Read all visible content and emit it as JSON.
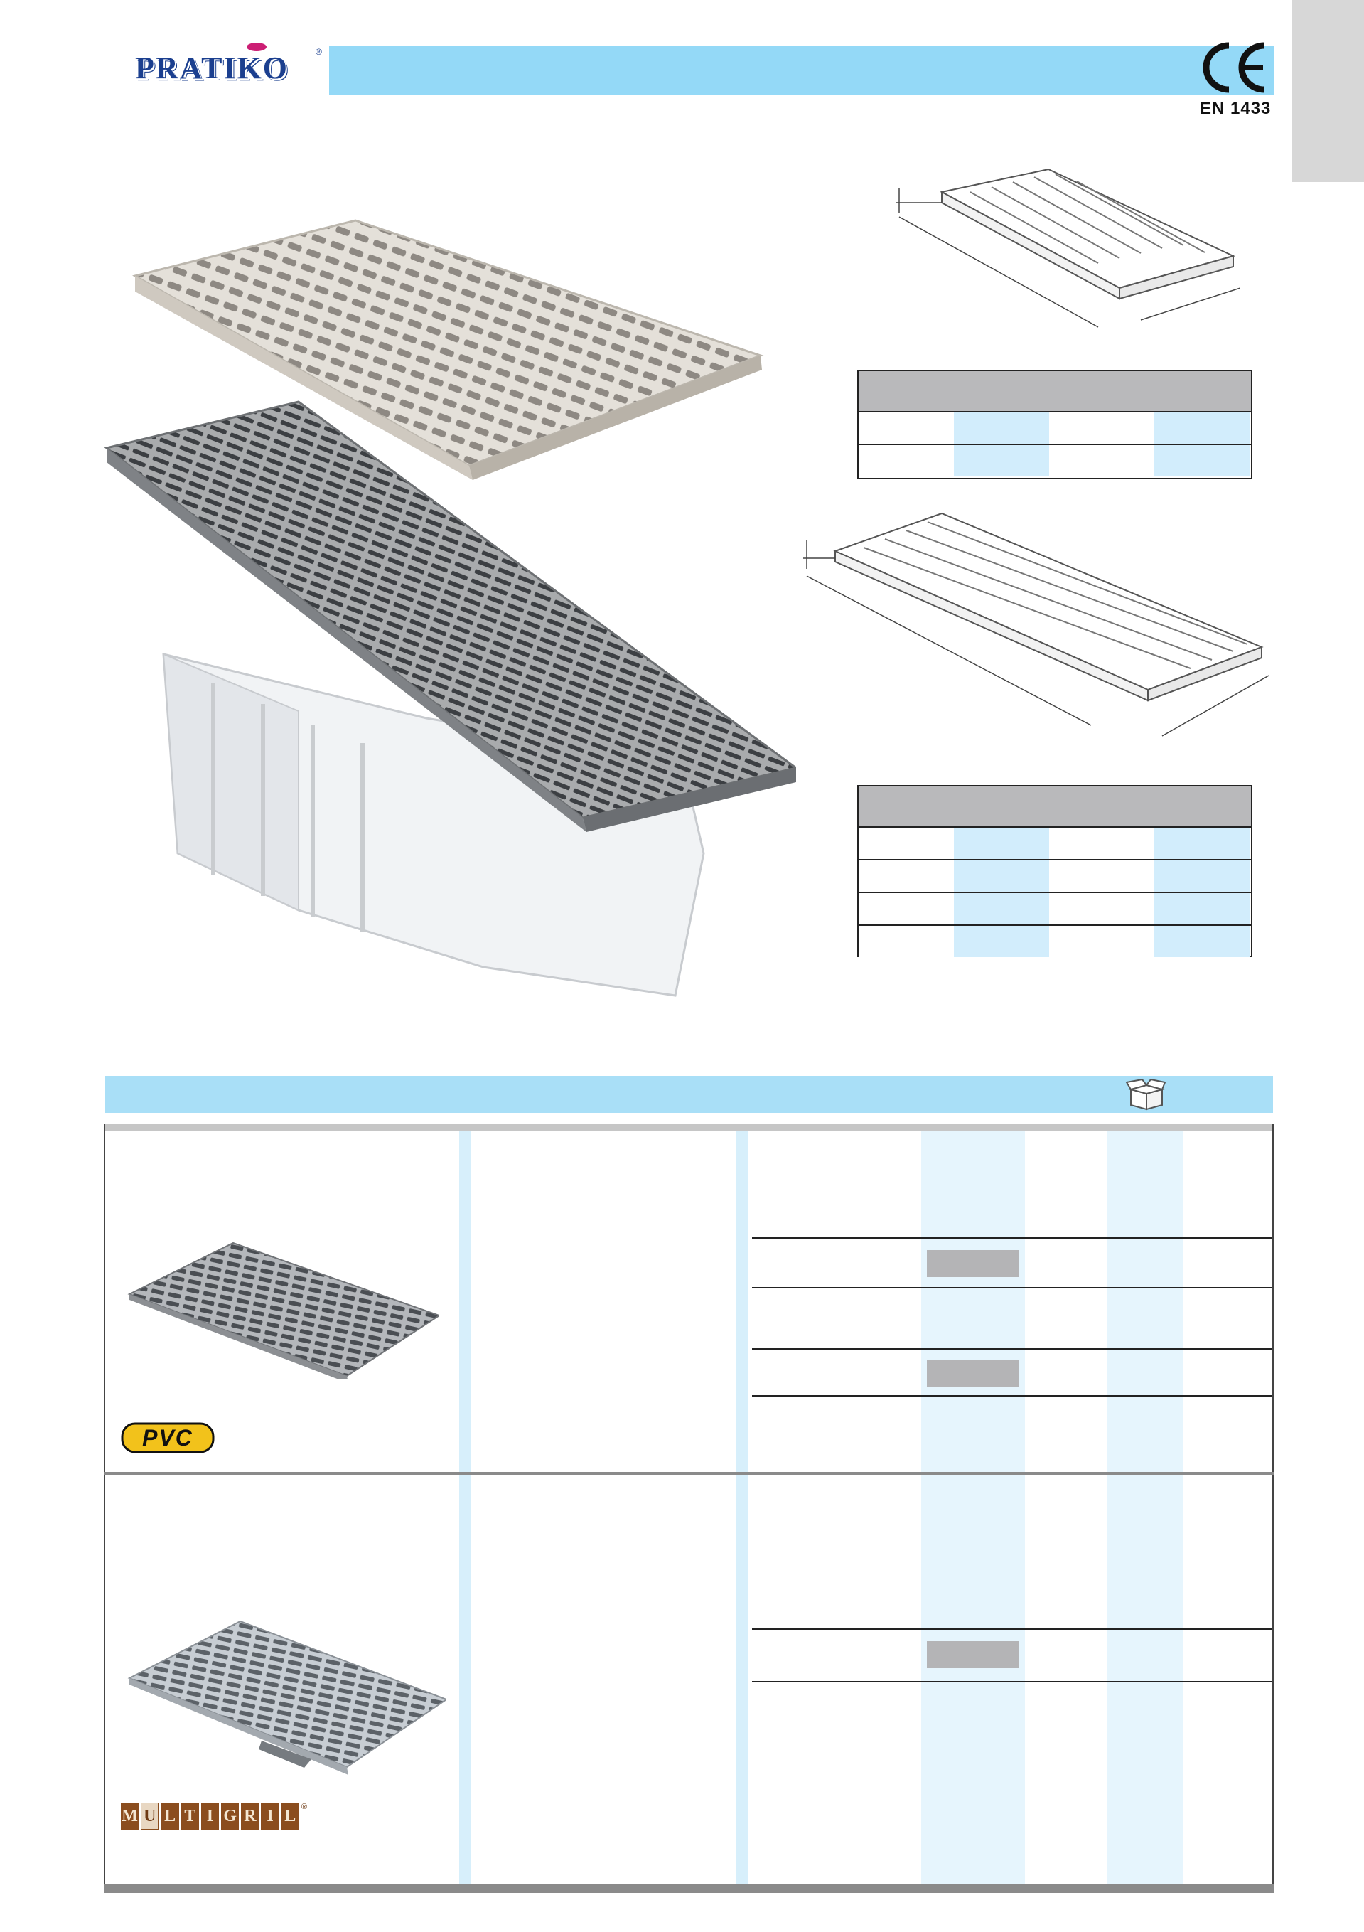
{
  "header": {
    "logo_text": "PRATIKO",
    "logo_registered": "®",
    "certification": "EN 1433",
    "ce_mark": "CE"
  },
  "badges": {
    "pvc": "PVC",
    "multigril_letters": [
      "M",
      "U",
      "L",
      "T",
      "I",
      "G",
      "R",
      "I",
      "L"
    ],
    "multigril_registered": "®"
  },
  "icons": {
    "package": "box-icon",
    "ce": "ce-mark-icon"
  },
  "colors": {
    "brand_blue": "#1b3f8f",
    "accent_pink": "#cc1e74",
    "title_bar": "#94d9f7",
    "table_highlight": "#d2edfc",
    "table_header": "#b9b9bb",
    "multigril_brown": "#8b4d1e"
  }
}
